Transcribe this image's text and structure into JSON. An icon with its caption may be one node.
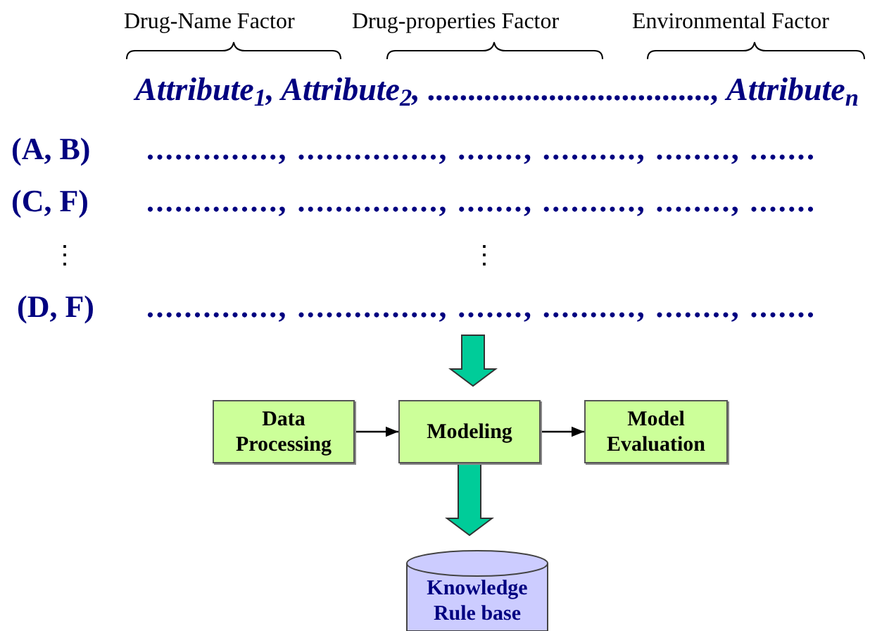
{
  "diagram": {
    "nodes": [
      {
        "text": [
          "Data Processing"
        ]
      },
      {
        "text": [
          "Modeling"
        ]
      },
      {
        "text": [
          "Model Evaluation"
        ]
      },
      {
        "text": [
          "Knowledge Rule base"
        ]
      }
    ],
    "edges": [
      {
        "from": 0,
        "to": 1,
        "arrow": "to"
      },
      {
        "from": 1,
        "to": 2,
        "arrow": "to"
      },
      {
        "from": null,
        "to": 1,
        "arrow": "to",
        "style": "thick",
        "color": "#00cc99"
      },
      {
        "from": 1,
        "to": 3,
        "arrow": "to",
        "style": "thick",
        "color": "#00cc99"
      }
    ],
    "labels": [
      "Drug-Name Factor",
      "Drug-properties Factor",
      "Environmental Factor",
      "Attribute$_{1}$, Attribute$_{2}$, ..................................., Attribute$_{n}$",
      "(A, B)",
      "..............,  ..............., ......., .........., ........, .......",
      "(C, F)",
      "..............,  ..............., ......., .........., ........, .......",
      "⋮",
      "⋮",
      "(D, F)",
      "..............,  ..............., ......., .........., ........, ......."
    ]
  }
}
